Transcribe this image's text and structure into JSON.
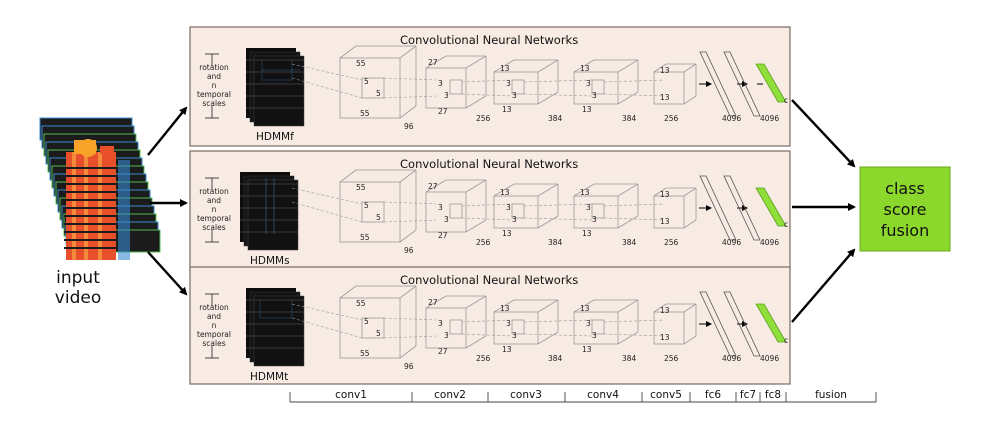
{
  "colors": {
    "panel_bg": "#f8ebe4",
    "fc8_green": "#8fde3a",
    "fusion_green": "#8cd72b",
    "video_red": "#e84f2b",
    "video_orange": "#f7a32a"
  },
  "input": {
    "label_line1": "input",
    "label_line2": "video"
  },
  "panels": [
    {
      "title": "Convolutional Neural Networks",
      "side_lines": [
        "rotation",
        "and",
        "n",
        "temporal",
        "scales"
      ],
      "hdmm_label": "HDMMf",
      "conv1": {
        "top": "55",
        "k1": "5",
        "k2": "5",
        "bottom": "55",
        "depth": "96"
      },
      "conv2": {
        "top": "27",
        "k1": "3",
        "k2": "3",
        "bottom": "27",
        "depth": "256"
      },
      "conv3": {
        "top": "13",
        "k1": "3",
        "k2": "3",
        "bottom": "13",
        "depth": "384"
      },
      "conv4": {
        "top": "13",
        "k1": "3",
        "k2": "3",
        "bottom": "13",
        "depth": "384"
      },
      "conv5": {
        "top": "13",
        "bottom": "13",
        "depth": "256"
      },
      "fc6": "4096",
      "fc7": "4096",
      "fc8": "c"
    },
    {
      "title": "Convolutional Neural Networks",
      "side_lines": [
        "rotation",
        "and",
        "n",
        "temporal",
        "scales"
      ],
      "hdmm_label": "HDMMs",
      "conv1": {
        "top": "55",
        "k1": "5",
        "k2": "5",
        "bottom": "55",
        "depth": "96"
      },
      "conv2": {
        "top": "27",
        "k1": "3",
        "k2": "3",
        "bottom": "27",
        "depth": "256"
      },
      "conv3": {
        "top": "13",
        "k1": "3",
        "k2": "3",
        "bottom": "13",
        "depth": "384"
      },
      "conv4": {
        "top": "13",
        "k1": "3",
        "k2": "3",
        "bottom": "13",
        "depth": "384"
      },
      "conv5": {
        "top": "13",
        "bottom": "13",
        "depth": "256"
      },
      "fc6": "4096",
      "fc7": "4096",
      "fc8": "c"
    },
    {
      "title": "Convolutional Neural Networks",
      "side_lines": [
        "rotation",
        "and",
        "n",
        "temporal",
        "scales"
      ],
      "hdmm_label": "HDMMt",
      "conv1": {
        "top": "55",
        "k1": "5",
        "k2": "5",
        "bottom": "55",
        "depth": "96"
      },
      "conv2": {
        "top": "27",
        "k1": "3",
        "k2": "3",
        "bottom": "27",
        "depth": "256"
      },
      "conv3": {
        "top": "13",
        "k1": "3",
        "k2": "3",
        "bottom": "13",
        "depth": "384"
      },
      "conv4": {
        "top": "13",
        "k1": "3",
        "k2": "3",
        "bottom": "13",
        "depth": "384"
      },
      "conv5": {
        "top": "13",
        "bottom": "13",
        "depth": "256"
      },
      "fc6": "4096",
      "fc7": "4096",
      "fc8": "c"
    }
  ],
  "fusion": {
    "line1": "class",
    "line2": "score",
    "line3": "fusion"
  },
  "stages": [
    "conv1",
    "conv2",
    "conv3",
    "conv4",
    "conv5",
    "fc6",
    "fc7",
    "fc8",
    "fusion"
  ]
}
